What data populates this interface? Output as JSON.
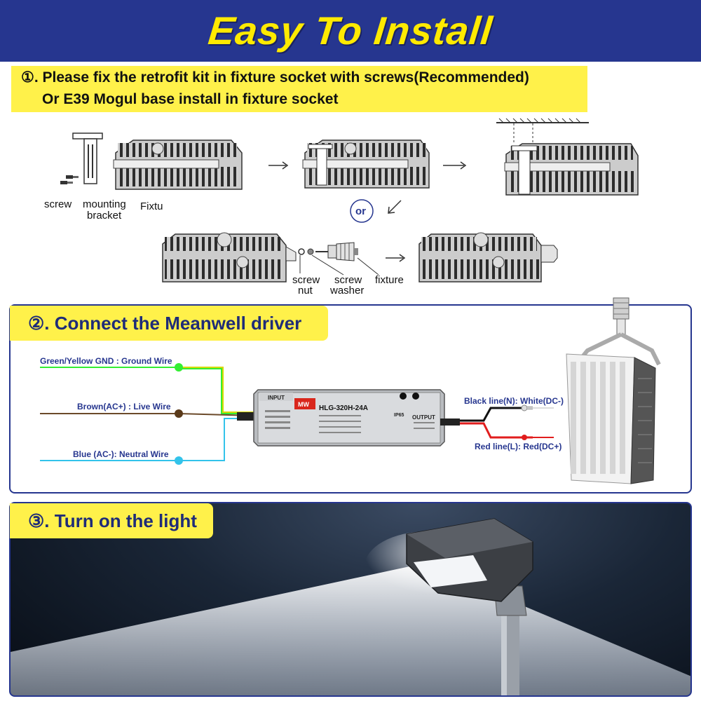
{
  "banner": {
    "title": "Easy To Install"
  },
  "step1": {
    "line1": "①. Please fix the retrofit kit in fixture socket with screws(Recommended)",
    "line2": "Or E39 Mogul base install in fixture socket",
    "labels": {
      "screw": "screw",
      "mounting": "mounting",
      "bracket": "bracket",
      "fixtu": "Fixtu",
      "or": "or",
      "screw2": "screw",
      "nut": "nut",
      "screw3": "screw",
      "washer": "washer",
      "fixture": "fixture"
    }
  },
  "step2": {
    "title": "②. Connect the Meanwell driver",
    "wires": {
      "ground": "Green/Yellow GND : Ground Wire",
      "live": "Brown(AC+)  : Live Wire",
      "neutral": "Blue (AC-):  Neutral Wire",
      "black": "Black line(N):  White(DC-)",
      "red": "Red line(L):  Red(DC+)"
    },
    "driver": {
      "input": "INPUT",
      "output": "OUTPUT",
      "model": "HLG-320H-24A",
      "brand": "MW",
      "ip": "IP65"
    }
  },
  "step3": {
    "title": "③. Turn on the light"
  },
  "colors": {
    "banner": "#26368f",
    "highlight": "#fff14a",
    "ground": "#33ee33",
    "live": "#5a3a1a",
    "neutral": "#33c3ea",
    "red": "#e11d1d"
  }
}
